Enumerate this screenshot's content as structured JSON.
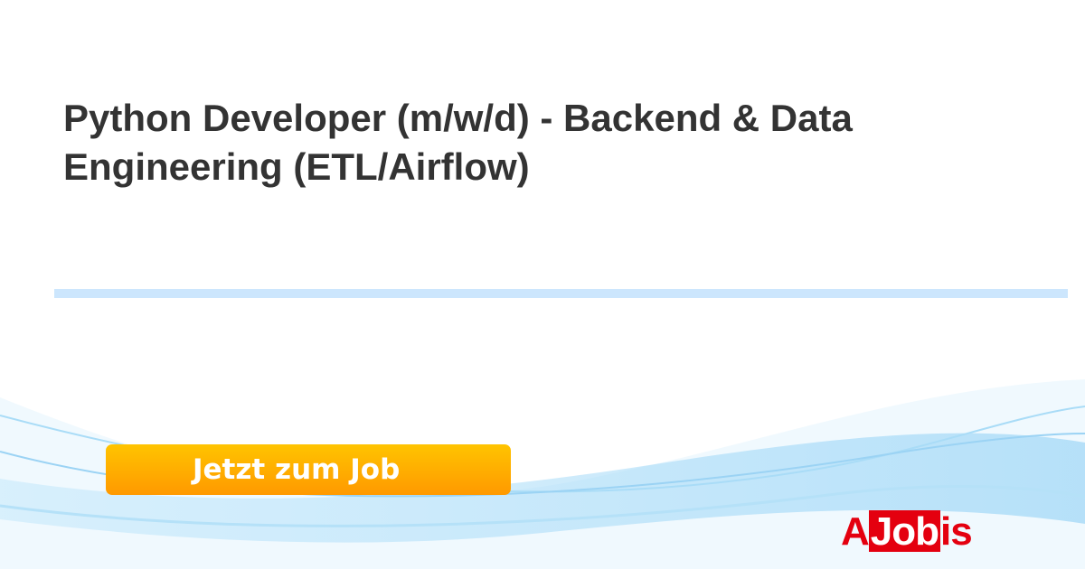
{
  "job": {
    "title": "Python Developer (m/w/d) - Backend & Data Engineering (ETL/Airflow)"
  },
  "cta": {
    "label": "Jetzt zum Job"
  },
  "logo": {
    "part1": "A",
    "part2": "Job",
    "part3": "is"
  },
  "colors": {
    "accent": "#ff9900",
    "brand": "#e4000f",
    "divider": "#cce6fd"
  }
}
